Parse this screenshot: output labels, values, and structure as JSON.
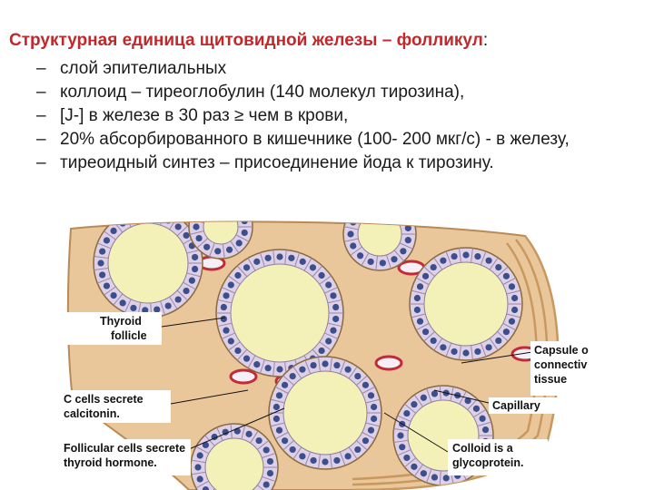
{
  "title": {
    "text": "Структурная единица  щитовидной железы – фолликул",
    "suffix": ":"
  },
  "bullets": [
    {
      "dash": "–",
      "text": "слой эпителиальных"
    },
    {
      "dash": "–",
      "text": "коллоид –  тиреоглобулин (140 молекул тирозина),"
    },
    {
      "dash": "–",
      "text": "[J-] в железе в 30 раз ≥ чем в крови,"
    },
    {
      "dash": "–",
      "text": "20% абсорбированного в кишечнике (100- 200 мкг/с) - в железу,"
    },
    {
      "dash": "–",
      "text": "тиреоидный синтез – присоединение йода к тирозину."
    }
  ],
  "figure": {
    "labels": {
      "thyroid_follicle_1": "Thyroid",
      "thyroid_follicle_2": "follicle",
      "c_cells_1": "C cells secrete",
      "c_cells_2": "calcitonin.",
      "follicular_1": "Follicular cells secrete",
      "follicular_2": "thyroid hormone.",
      "capsule_1": "Capsule o",
      "capsule_2": "connectiv",
      "capsule_3": "tissue",
      "capillary": "Capillary",
      "colloid_1": "Colloid is a",
      "colloid_2": "glycoprotein."
    }
  }
}
